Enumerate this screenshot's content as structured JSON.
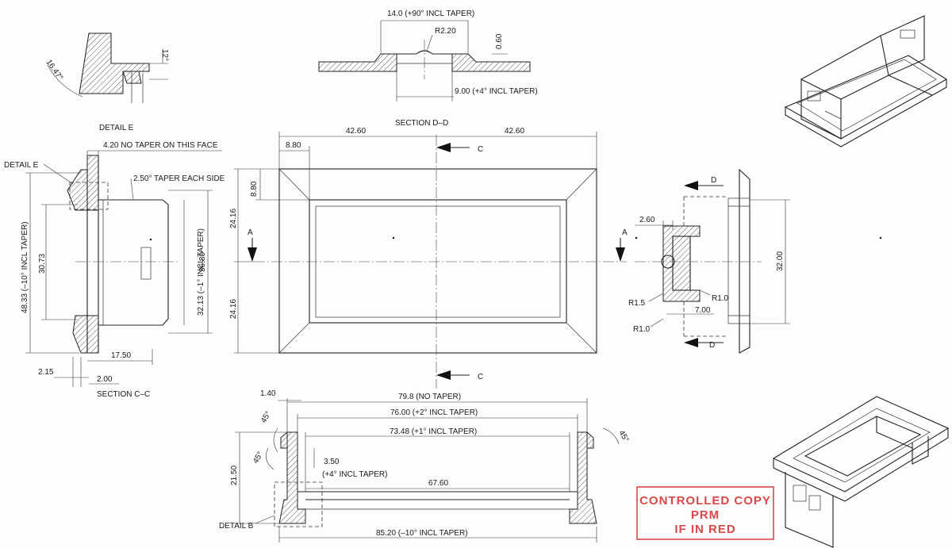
{
  "views": {
    "detail_e": {
      "title": "DETAIL E",
      "dims": [
        "16.47°",
        "12°"
      ]
    },
    "section_dd": {
      "title": "SECTION D–D",
      "dims": [
        "14.0 (+90° INCL TAPER)",
        "R2.20",
        "0.60",
        "9.00 (+4° INCL TAPER)"
      ]
    },
    "section_cc": {
      "title": "SECTION C–C",
      "detail_callout": "DETAIL E",
      "dims": [
        "4.20 NO TAPER ON THIS FACE",
        "2.50° TAPER EACH SIDE",
        "48.33 (–10° INCL TAPER)",
        "30.73",
        "32.13 (–1° INCL TAPER)",
        "36.80",
        "17.50",
        "2.15",
        "2.00"
      ]
    },
    "plan": {
      "dims": [
        "42.60",
        "42.60",
        "8.80",
        "8.80",
        "24.16",
        "24.16"
      ],
      "cut_labels": [
        "C",
        "C",
        "A",
        "A"
      ]
    },
    "section_aa": {
      "dims": [
        "2.60",
        "R1.5",
        "R1.0",
        "7.00",
        "R1.0",
        "32.00"
      ],
      "cut_labels": [
        "D",
        "D"
      ]
    },
    "section_bottom": {
      "detail_callout": "DETAIL B",
      "dims": [
        "1.40",
        "79.8 (NO TAPER)",
        "76.00 (+2° INCL TAPER)",
        "73.48 (+1° INCL TAPER)",
        "45°",
        "45°",
        "45°",
        "21.50",
        "3.50",
        "(+4° INCL TAPER)",
        "67.60",
        "85.20 (–10° INCL TAPER)"
      ]
    }
  },
  "stamp": {
    "lines": [
      "CONTROLLED COPY",
      "PRM",
      "IF IN RED"
    ],
    "color": "#d9484a"
  }
}
